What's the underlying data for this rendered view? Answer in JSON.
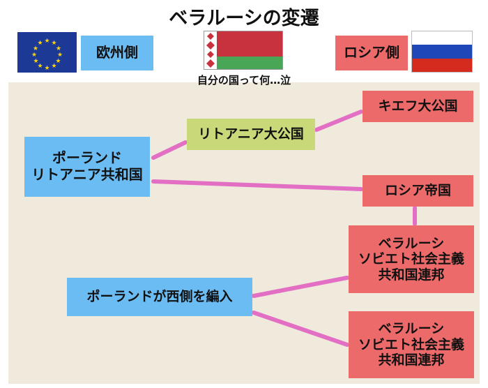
{
  "title": "ベラルーシの変遷",
  "legend": {
    "eu_label": "欧州側",
    "russia_label": "ロシア側",
    "caption": "自分の国って何…泣"
  },
  "icons": [
    "eu-flag-icon",
    "belarus-flag-icon",
    "russia-flag-icon"
  ],
  "colors": {
    "eu_side": "#6cbcf4",
    "russia_side": "#ec6a6a",
    "neutral": "#c9d97a",
    "connector": "#e36fc4",
    "panel": "#efeadb"
  },
  "nodes": {
    "poland_lithuania": "ポーランド\nリトアニア共和国",
    "lithuania_grand_duchy": "リトアニア大公国",
    "kievan_rus": "キエフ大公国",
    "russian_empire": "ロシア帝国",
    "bssr_1": "ベラルーシ\nソビエト社会主義\n共和国連邦",
    "poland_west": "ポーランドが西側を編入",
    "bssr_2": "ベラルーシ\nソビエト社会主義\n共和国連邦"
  },
  "edges": [
    [
      "poland_lithuania",
      "lithuania_grand_duchy"
    ],
    [
      "lithuania_grand_duchy",
      "kievan_rus"
    ],
    [
      "poland_lithuania",
      "russian_empire"
    ],
    [
      "russian_empire",
      "bssr_1"
    ],
    [
      "poland_west",
      "bssr_1"
    ],
    [
      "poland_west",
      "bssr_2"
    ]
  ]
}
